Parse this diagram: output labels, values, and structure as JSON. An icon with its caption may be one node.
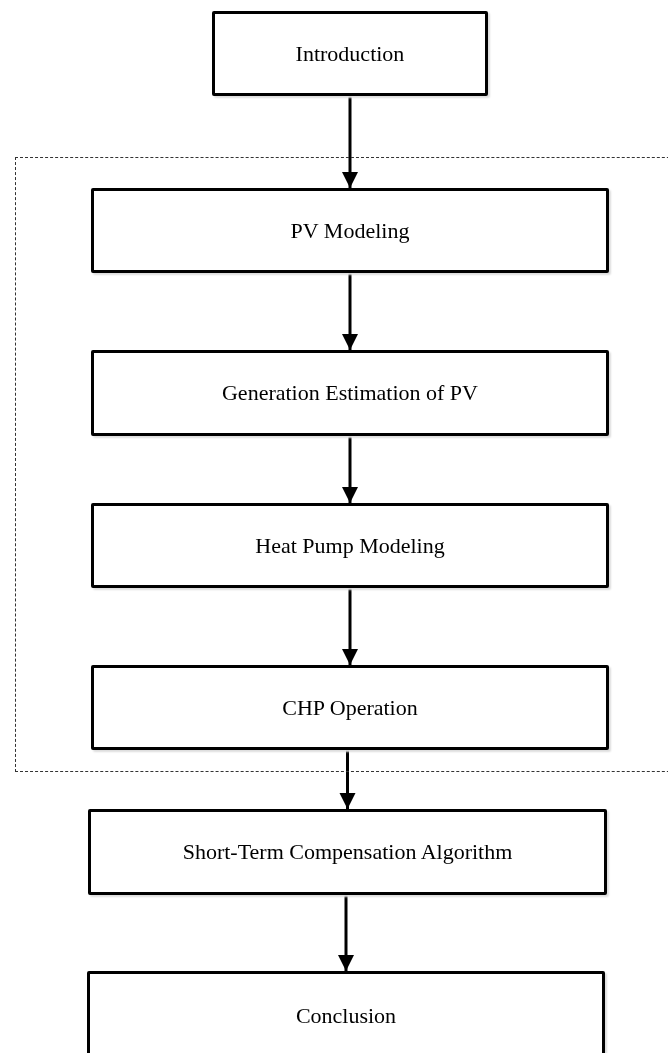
{
  "diagram": {
    "nodes": [
      {
        "text": [
          "Introduction"
        ]
      },
      {
        "text": [],
        "shape": "box"
      },
      {
        "text": [
          "PV Modeling"
        ],
        "in": 1
      },
      {
        "text": [
          "Generation Estimation of PV"
        ],
        "in": 1
      },
      {
        "text": [
          "Heat Pump Modeling"
        ],
        "in": 1
      },
      {
        "text": [
          "CHP Operation"
        ],
        "in": 1
      },
      {
        "text": [
          "Short-Term Compensation Algorithm"
        ]
      },
      {
        "text": [
          "Conclusion"
        ]
      }
    ],
    "edges": [
      {
        "from": 0,
        "to": 2,
        "arrow": "to"
      },
      {
        "from": 2,
        "to": 3,
        "arrow": "to"
      },
      {
        "from": 3,
        "to": 4,
        "arrow": "to"
      },
      {
        "from": 4,
        "to": 5,
        "arrow": "to"
      },
      {
        "from": 5,
        "to": 6,
        "arrow": "to"
      },
      {
        "from": 6,
        "to": 7,
        "arrow": "to"
      }
    ]
  }
}
